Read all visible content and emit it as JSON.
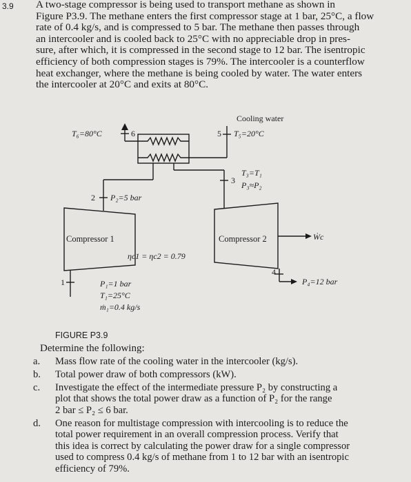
{
  "problem": {
    "number": "3.9",
    "intro_lines": [
      "A two-stage compressor is being used to transport methane as shown in",
      "Figure P3.9. The methane enters the first compressor stage at 1 bar, 25°C, a flow",
      "rate of 0.4 kg/s, and is compressed to 5 bar. The methane then passes through",
      "an intercooler and is cooled back to 25°C with no appreciable drop in pres-",
      "sure, after which, it is compressed in the second stage to 12 bar. The isentropic",
      "efficiency of both compression stages is 79%. The intercooler is a counterflow",
      "heat exchanger, where the methane is being cooled by water. The water enters",
      "the intercooler at 20°C and exits at 80°C."
    ]
  },
  "figure": {
    "caption": "FIGURE P3.9",
    "cooling_water_label": "Cooling water",
    "t6_label": "T₆=80°C",
    "state6": "6",
    "state5": "5",
    "t5_label": "T₅=20°C",
    "state3": "3",
    "t3_label": "T₃=T₁",
    "p3_label": "P₃≈P₂",
    "state2": "2",
    "p2_label": "P₂=5 bar",
    "compressor1": "Compressor 1",
    "compressor2": "Compressor 2",
    "wc_label": "Ẇc",
    "efficiency": "ηc1 = ηc2 = 0.79",
    "state4": "4",
    "p4_label": "P₄=12 bar",
    "state1": "1",
    "p1_label": "P₁=1 bar",
    "t1_label": "T₁=25°C",
    "m1_label": "ṁ₁=0.4 kg/s"
  },
  "questions": {
    "heading": "Determine the following:",
    "items": [
      {
        "marker": "a.",
        "lines": [
          "Mass flow rate of the cooling water in the intercooler (kg/s)."
        ]
      },
      {
        "marker": "b.",
        "lines": [
          "Total power draw of both compressors (kW)."
        ]
      },
      {
        "marker": "c.",
        "lines": [
          "Investigate the effect of the intermediate pressure P₂ by constructing a",
          "plot that shows the total power draw as a function of P₂ for the range",
          "2 bar ≤ P₂ ≤ 6 bar."
        ]
      },
      {
        "marker": "d.",
        "lines": [
          "One reason for multistage compression with intercooling is to reduce the",
          "total power requirement in an overall compression process. Verify that",
          "this idea is correct by calculating the power draw for a single compressor",
          "used to compress 0.4 kg/s of methane from 1 to 12 bar with an isentropic",
          "efficiency of 79%."
        ]
      }
    ]
  }
}
